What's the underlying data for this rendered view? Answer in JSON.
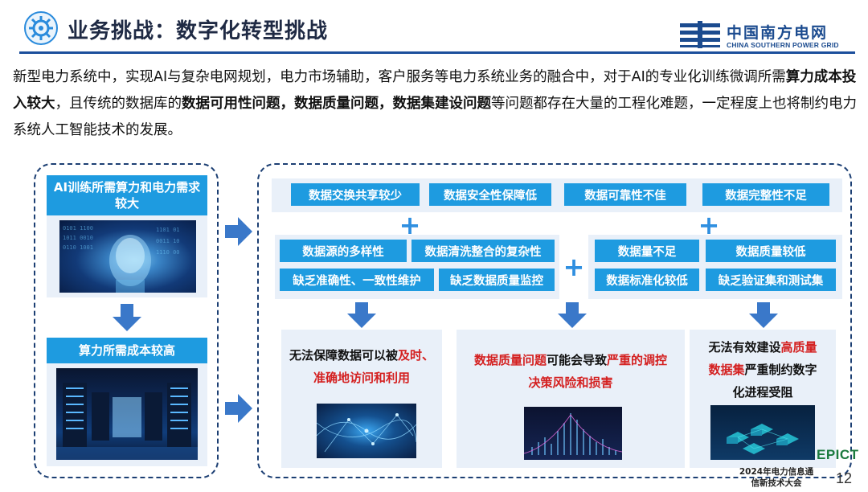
{
  "header": {
    "title": "业务挑战：数字化转型挑战",
    "logo_cn": "中国南方电网",
    "logo_en": "CHINA SOUTHERN POWER GRID"
  },
  "intro": {
    "p1": "新型电力系统中，实现AI与复杂电网规划，电力市场辅助，客户服务等电力系统业务的融合中，对于AI的专业化训练微调所需",
    "b1": "算力成本投入较大",
    "p2": "，且传统的数据库的",
    "b2": "数据可用性问题，数据质量问题，数据集建设问题",
    "p3": "等问题都存在大量的工程化难题，一定程度上也将制约电力系统人工智能技术的发展。"
  },
  "left_panel": {
    "box1_title": "AI训练所需算力和电力需求较大",
    "box2_title": "算力所需成本较高"
  },
  "top_row": [
    "数据交换共享较少",
    "数据安全性保障低",
    "数据可靠性不佳",
    "数据完整性不足"
  ],
  "plus_sign": "+",
  "group1": [
    "数据源的多样性",
    "数据清洗整合的复杂性",
    "缺乏准确性、一致性维护",
    "缺乏数据质量监控"
  ],
  "group2": [
    "数据量不足",
    "数据质量较低",
    "数据标准化较低",
    "缺乏验证集和测试集"
  ],
  "results": {
    "r1_a": "无法保障数据可以被",
    "r1_b": "及时、",
    "r1_c": "准确地访问和利用",
    "r2_a": "数据质量问题",
    "r2_b": "可能会导致",
    "r2_c": "严重的调控",
    "r2_d": "决策风险和损害",
    "r3_a": "无法有效建设",
    "r3_b": "高质量",
    "r3_c": "数据集",
    "r3_d": "严重制约数字",
    "r3_e": "化进程受阻"
  },
  "footer": {
    "brand": "EPICT",
    "conf": "2024年电力信息通信新技术大会",
    "page": "12"
  },
  "colors": {
    "accent": "#1e9be0",
    "dark_blue": "#1c3f73",
    "pale_bg": "#e9f0f9",
    "highlight_red": "#d42020"
  }
}
